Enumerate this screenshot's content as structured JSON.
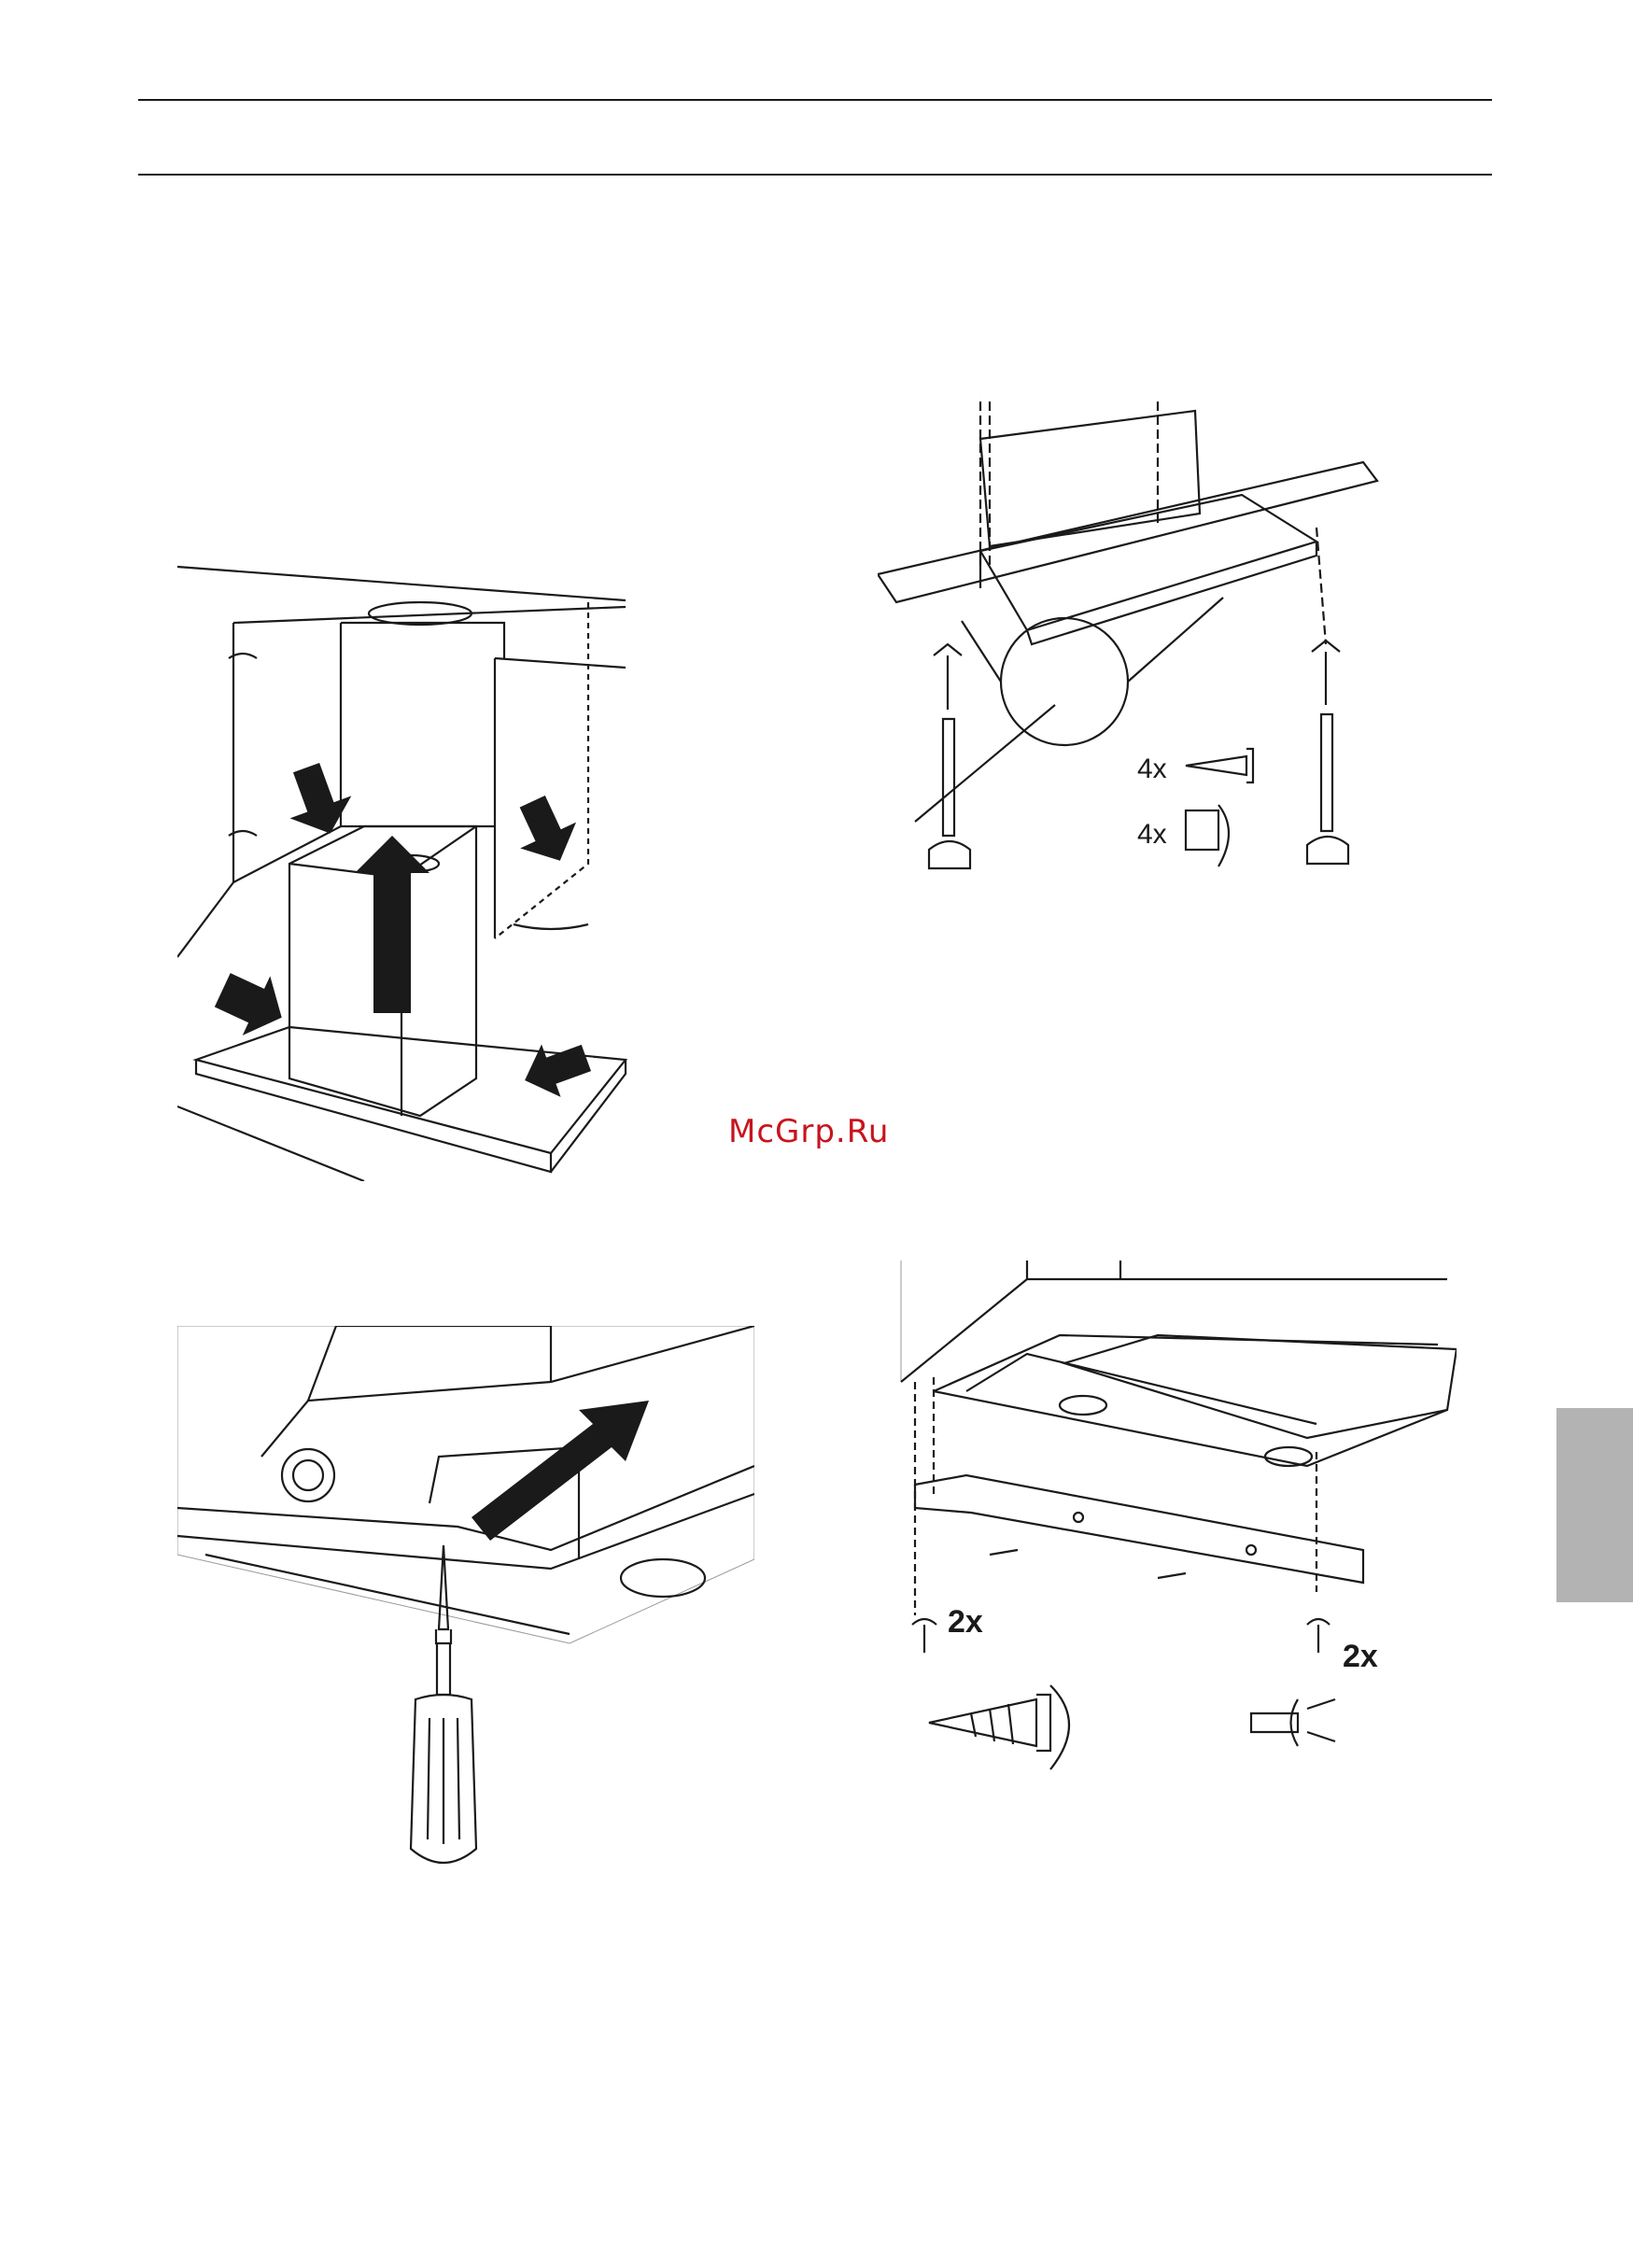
{
  "watermark": "McGrp.Ru",
  "fig_top_right": {
    "qty_screw": "4x",
    "qty_cap": "4x"
  },
  "fig_bottom_right": {
    "qty_screw": "2x",
    "qty_rivet": "2x"
  },
  "colors": {
    "ink": "#1a1a1a",
    "arrow": "#1a1a1a",
    "grey_tab": "#b3b3b3",
    "watermark": "#c8141e"
  }
}
